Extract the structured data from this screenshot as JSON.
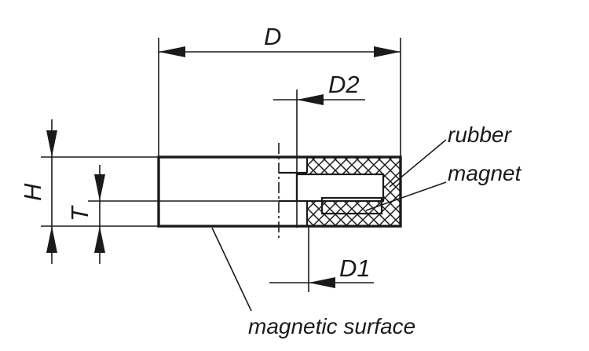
{
  "labels": {
    "D": "D",
    "D2": "D2",
    "D1": "D1",
    "H": "H",
    "T": "T",
    "rubber": "rubber",
    "magnet": "magnet",
    "magnetic_surface": "magnetic surface"
  }
}
